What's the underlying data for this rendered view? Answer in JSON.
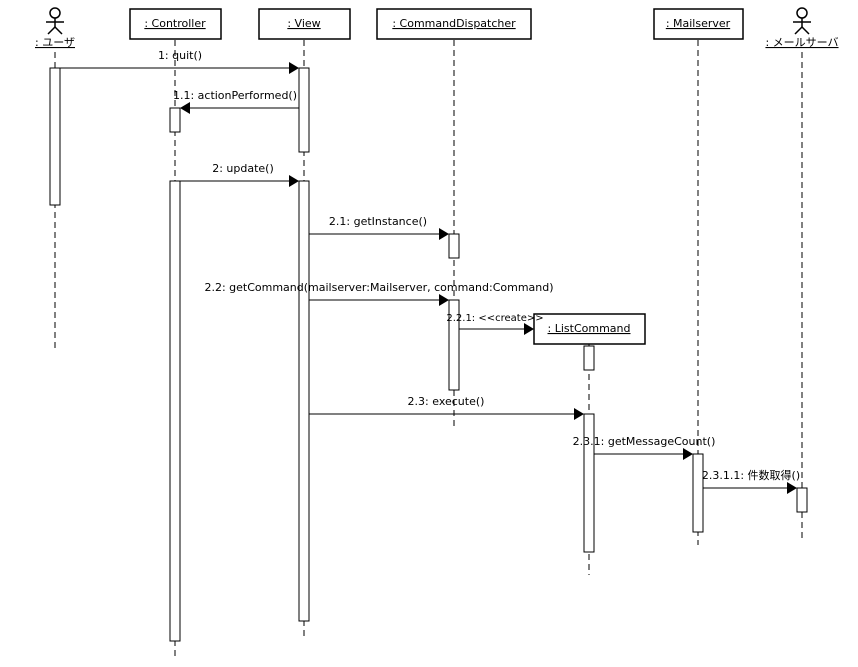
{
  "lifelines": [
    {
      "id": "user",
      "label": ": ユーザ",
      "kind": "actor"
    },
    {
      "id": "controller",
      "label": ": Controller",
      "kind": "object"
    },
    {
      "id": "view",
      "label": ": View",
      "kind": "object"
    },
    {
      "id": "dispatcher",
      "label": ": CommandDispatcher",
      "kind": "object"
    },
    {
      "id": "listcommand",
      "label": ": ListCommand",
      "kind": "object",
      "created": true
    },
    {
      "id": "mailserver",
      "label": ": Mailserver",
      "kind": "object"
    },
    {
      "id": "mailsrv_actor",
      "label": ": メールサーバ",
      "kind": "actor"
    }
  ],
  "messages": [
    {
      "label": "1: quit()",
      "from": "user",
      "to": "view"
    },
    {
      "label": "1.1: actionPerformed()",
      "from": "view",
      "to": "controller"
    },
    {
      "label": "2: update()",
      "from": "controller",
      "to": "view"
    },
    {
      "label": "2.1: getInstance()",
      "from": "view",
      "to": "dispatcher"
    },
    {
      "label": "2.2: getCommand(mailserver:Mailserver, command:Command)",
      "from": "view",
      "to": "dispatcher"
    },
    {
      "label": "2.2.1: <<create>>",
      "from": "dispatcher",
      "to": "listcommand"
    },
    {
      "label": "2.3: execute()",
      "from": "view",
      "to": "listcommand"
    },
    {
      "label": "2.3.1: getMessageCount()",
      "from": "listcommand",
      "to": "mailserver"
    },
    {
      "label": "2.3.1.1: 件数取得()",
      "from": "mailserver",
      "to": "mailsrv_actor"
    }
  ]
}
